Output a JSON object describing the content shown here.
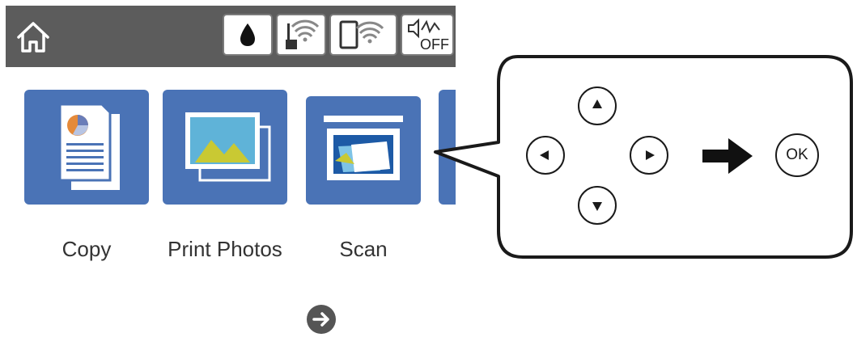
{
  "screen": {
    "home_icon": "home-icon",
    "status_icons": [
      "ink-drop-icon",
      "wifi-router-icon",
      "wifi-direct-icon",
      "sound-off-icon"
    ],
    "sound_off_text": "OFF",
    "tiles": [
      {
        "label": "Copy",
        "icon": "copy-document-icon",
        "selected": false
      },
      {
        "label": "Print Photos",
        "icon": "photo-icon",
        "selected": false
      },
      {
        "label": "Scan",
        "icon": "scanner-icon",
        "selected": true
      }
    ],
    "next_icon": "arrow-circle-right-icon"
  },
  "callout": {
    "up_icon": "up-triangle-icon",
    "left_icon": "left-triangle-icon",
    "right_icon": "right-triangle-icon",
    "down_icon": "down-triangle-icon",
    "then_icon": "arrow-right-icon",
    "ok_label": "OK"
  },
  "colors": {
    "topbar": "#5c5c5c",
    "tile_blue": "#4a73b6",
    "selected_outline": "#e07a2a"
  }
}
